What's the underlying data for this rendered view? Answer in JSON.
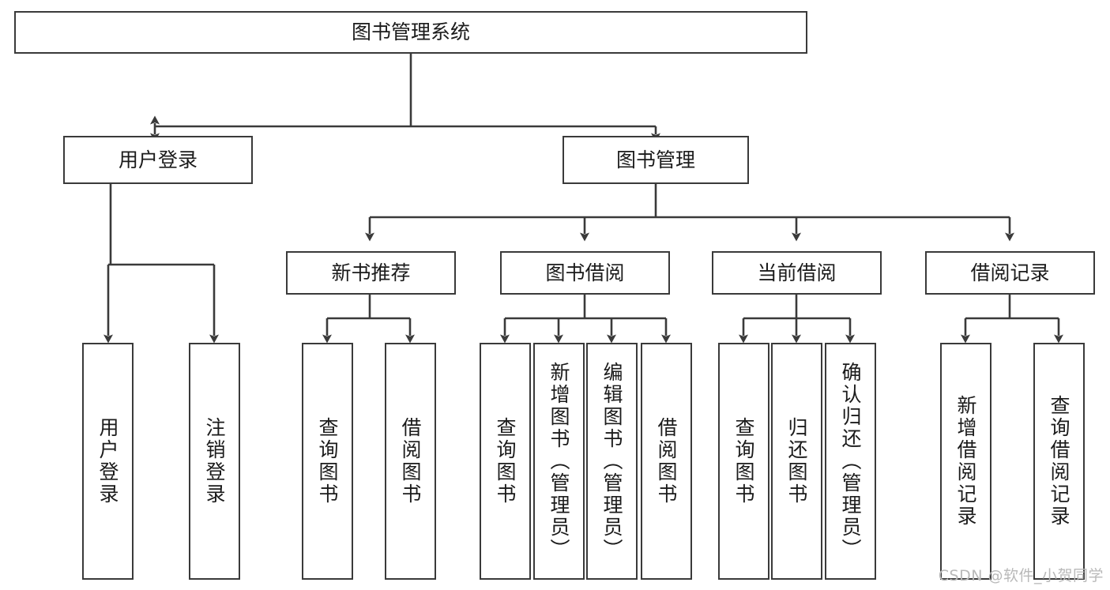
{
  "diagram": {
    "title": "图书管理系统",
    "watermark": "CSDN @软件_小贺同学",
    "line_color": "#3a3a3a",
    "box_border_color": "#3a3a3a",
    "text_color": "#1b1b1b",
    "background": "#ffffff",
    "nodes": {
      "root": {
        "label": "图书管理系统"
      },
      "level2": [
        {
          "id": "user-login",
          "label": "用户登录"
        },
        {
          "id": "book-management",
          "label": "图书管理"
        }
      ],
      "level3": [
        {
          "id": "new-book-recommend",
          "label": "新书推荐"
        },
        {
          "id": "book-borrow",
          "label": "图书借阅"
        },
        {
          "id": "current-borrow",
          "label": "当前借阅"
        },
        {
          "id": "borrow-record",
          "label": "借阅记录"
        }
      ],
      "leaves": [
        {
          "id": "user-login-leaf",
          "label": "用户登录",
          "parent": "user-login"
        },
        {
          "id": "logout-login-leaf",
          "label": "注销登录",
          "parent": "user-login"
        },
        {
          "id": "query-book-rec",
          "label": "查询图书",
          "parent": "new-book-recommend"
        },
        {
          "id": "borrow-book-rec",
          "label": "借阅图书",
          "parent": "new-book-recommend"
        },
        {
          "id": "query-book-borrow",
          "label": "查询图书",
          "parent": "book-borrow"
        },
        {
          "id": "add-book-admin",
          "label": "新增图书（管理员）",
          "parent": "book-borrow"
        },
        {
          "id": "edit-book-admin",
          "label": "编辑图书（管理员）",
          "parent": "book-borrow"
        },
        {
          "id": "borrow-book-borrow",
          "label": "借阅图书",
          "parent": "book-borrow"
        },
        {
          "id": "query-book-current",
          "label": "查询图书",
          "parent": "current-borrow"
        },
        {
          "id": "return-book",
          "label": "归还图书",
          "parent": "current-borrow"
        },
        {
          "id": "confirm-return-admin",
          "label": "确认归还（管理员）",
          "parent": "current-borrow"
        },
        {
          "id": "add-borrow-record",
          "label": "新增借阅记录",
          "parent": "borrow-record"
        },
        {
          "id": "query-borrow-record",
          "label": "查询借阅记录",
          "parent": "borrow-record"
        }
      ]
    }
  }
}
